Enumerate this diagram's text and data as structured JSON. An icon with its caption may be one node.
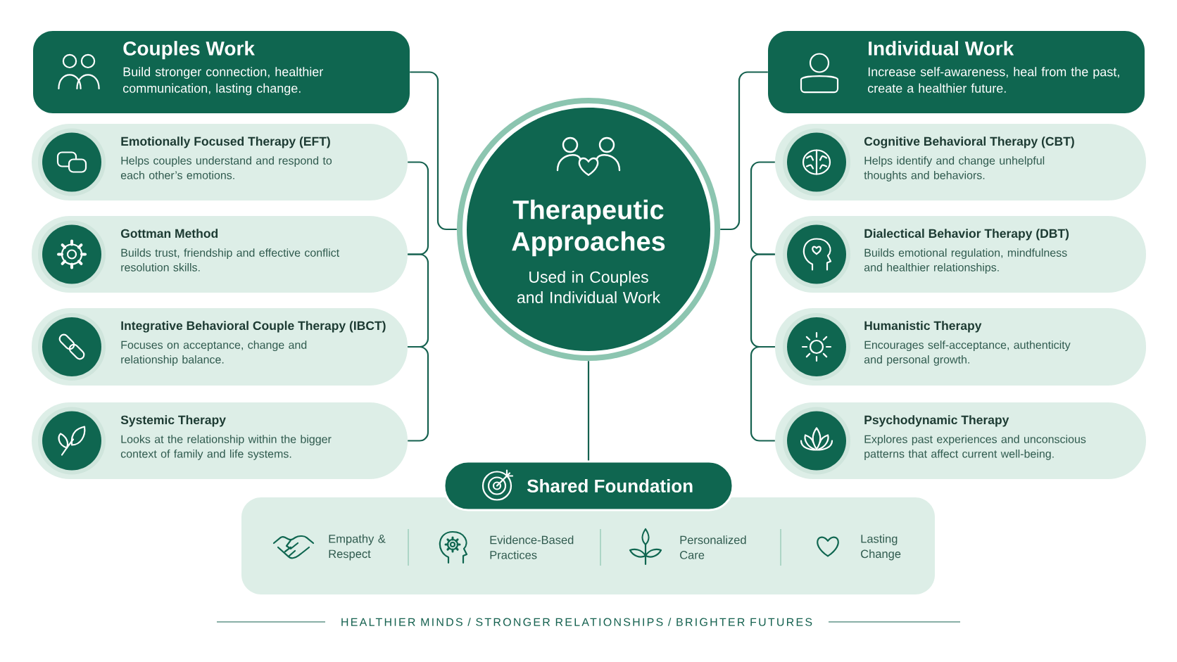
{
  "diagram": {
    "nodes": [
      {
        "text": [
          "Couples Work",
          "Build stronger connection, healthier communication, lasting change."
        ]
      },
      {
        "text": [
          "Emotionally Focused Therapy (EFT)",
          "Helps couples understand and respond to each other’s emotions."
        ]
      },
      {
        "text": [
          "Gottman Method",
          "Builds trust, friendship and effective conflict resolution skills."
        ]
      },
      {
        "text": [
          "Integrative Behavioral Couple Therapy (IBCT)",
          "Focuses on acceptance, change and relationship balance."
        ]
      },
      {
        "text": [
          "Systemic Therapy",
          "Looks at the relationship within the bigger context of family and life systems."
        ]
      },
      {
        "text": [
          "Therapeutic Approaches",
          "Used in Couples and Individual Work"
        ]
      },
      {
        "text": [
          "Individual Work",
          "Increase self-awareness, heal from the past, create a healthier future."
        ]
      },
      {
        "text": [
          "Cognitive Behavioral Therapy (CBT)",
          "Helps identify and change unhelpful thoughts and behaviors."
        ]
      },
      {
        "text": [
          "Dialectical Behavior Therapy (DBT)",
          "Builds emotional regulation, mindfulness and healthier relationships."
        ]
      },
      {
        "text": [
          "Humanistic Therapy",
          "Encourages self-acceptance, authenticity and personal growth."
        ]
      },
      {
        "text": [
          "Psychodynamic Therapy",
          "Explores past experiences and unconscious patterns that affect current well-being."
        ]
      },
      {
        "text": [
          "Shared Foundation"
        ]
      },
      {
        "text": [
          "Empathy & Respect",
          "Evidence-Based Practices",
          "Personalized Care",
          "Lasting Change"
        ]
      }
    ],
    "edges": [
      {
        "from": 0,
        "to": 5,
        "arrow": "none"
      },
      {
        "from": 6,
        "to": 5,
        "arrow": "none"
      },
      {
        "from": 5,
        "to": 11,
        "arrow": "none"
      },
      {
        "from": 1,
        "to": 2,
        "arrow": "none"
      },
      {
        "from": 2,
        "to": 3,
        "arrow": "none"
      },
      {
        "from": 3,
        "to": 4,
        "arrow": "none"
      },
      {
        "from": 7,
        "to": 8,
        "arrow": "none"
      },
      {
        "from": 8,
        "to": 9,
        "arrow": "none"
      },
      {
        "from": 9,
        "to": 10,
        "arrow": "none"
      }
    ],
    "labels": [
      "HEALTHIER MINDS / STRONGER RELATIONSHIPS / BRIGHTER FUTURES"
    ]
  }
}
